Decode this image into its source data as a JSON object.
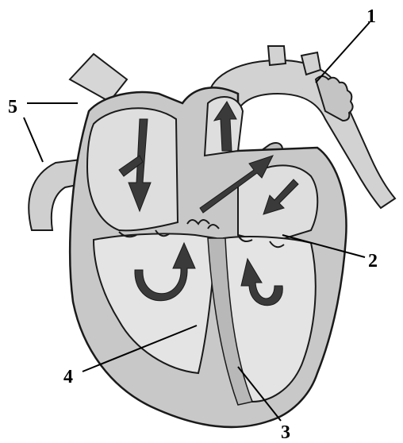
{
  "labels": {
    "one": "1",
    "two": "2",
    "three": "3",
    "four": "4",
    "five": "5"
  },
  "colors": {
    "outline": "#1a1a1a",
    "fill_light": "#e6e6e6",
    "fill_mid": "#cfcfcf",
    "fill_dark": "#b5b5b5",
    "arrow": "#3a3a3a"
  }
}
